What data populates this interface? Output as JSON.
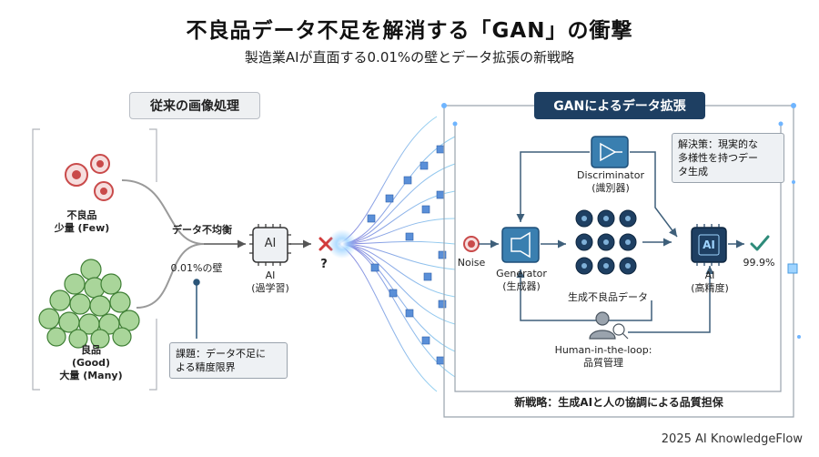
{
  "title": "不良品データ不足を解消する「GAN」の衝撃",
  "subtitle": "製造業AIが直面する0.01%の壁とデータ拡張の新戦略",
  "left": {
    "header": "従来の画像処理",
    "defect_label": "不良品\n少量 (Few)",
    "good_label": "良品\n(Good)\n大量 (Many)",
    "imbalance": "データ不均衡",
    "wall": "0.01%の壁",
    "ai_chip": "AI",
    "ai_label": "AI\n(過学習)",
    "result": "?",
    "issue": "課題：データ不足に\nよる精度限界"
  },
  "right": {
    "header": "GANによるデータ拡張",
    "noise": "Noise",
    "generator": "Generator\n(生成器)",
    "discriminator": "Discriminator\n(識別器)",
    "generated": "生成不良品データ",
    "ai_chip": "AI",
    "ai_label": "AI\n(高精度)",
    "accuracy": "99.9%",
    "solution": "解決策：現実的な\n多様性を持つデー\nタ生成",
    "hitl": "Human-in-the-loop:\n品質管理",
    "strategy": "新戦略：生成AIと人の協調による品質担保"
  },
  "footer": "2025 AI KnowledgeFlow",
  "colors": {
    "navy": "#1e3f62",
    "red": "#c94a4a",
    "green": "#4f9e45",
    "teal": "#3e7fa6",
    "check": "#2e8b7a"
  }
}
